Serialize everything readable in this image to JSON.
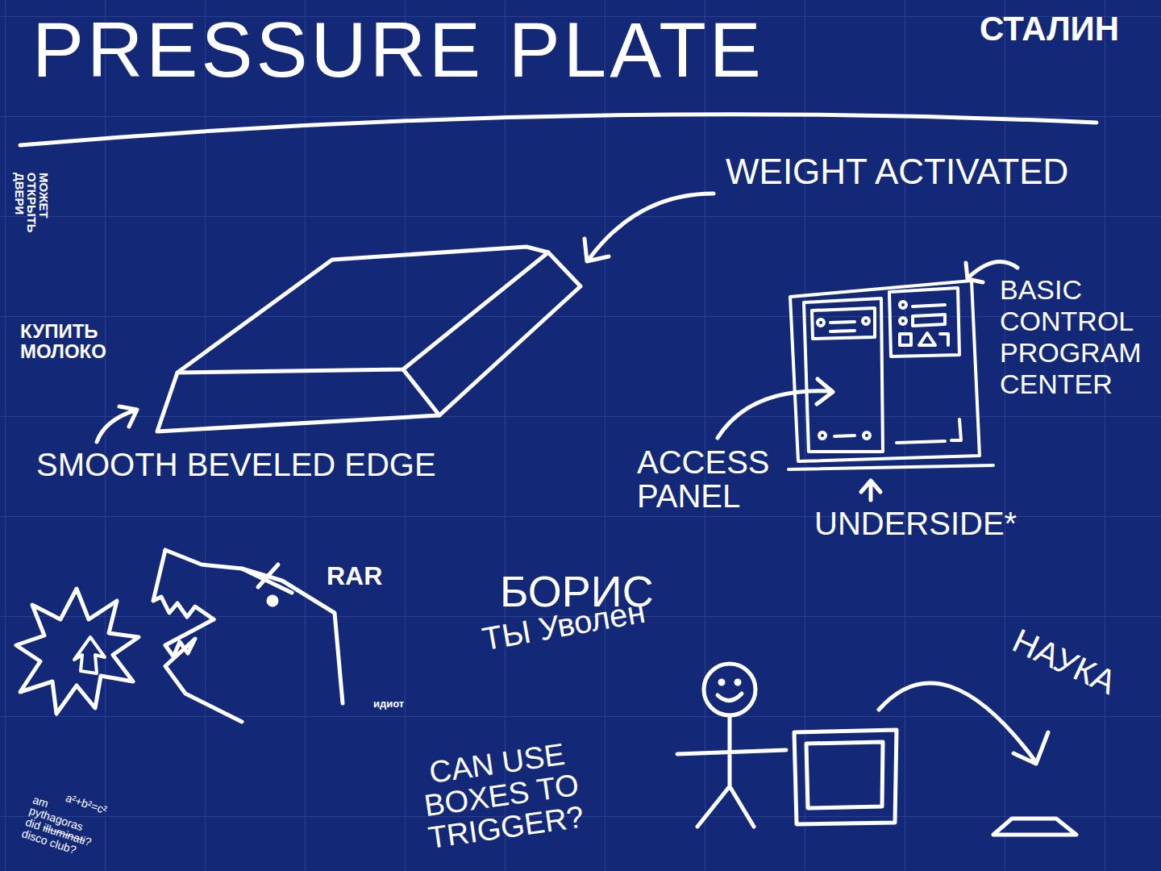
{
  "diagram": {
    "title": "PRESSURE PLATE",
    "labels": [
      "СТАЛИН",
      "МОЖЕТ ОТКРЫТЬ ДВЕРИ",
      "WEIGHT ACTIVATED",
      "КУПИТЬ МОЛОКО",
      "BASIC CONTROL PROGRAM CENTER",
      "SMOOTH BEVELED EDGE",
      "ACCESS PANEL",
      "UNDERSIDE*",
      "RAR",
      "БОРИС",
      "ТЫ Уволен",
      "НАУКА",
      "идиот",
      "CAN USE BOXES TO TRIGGER?",
      "a²+b²=c²",
      "am pythagoras",
      "did",
      "illuminati",
      "?",
      "disco club?"
    ]
  }
}
